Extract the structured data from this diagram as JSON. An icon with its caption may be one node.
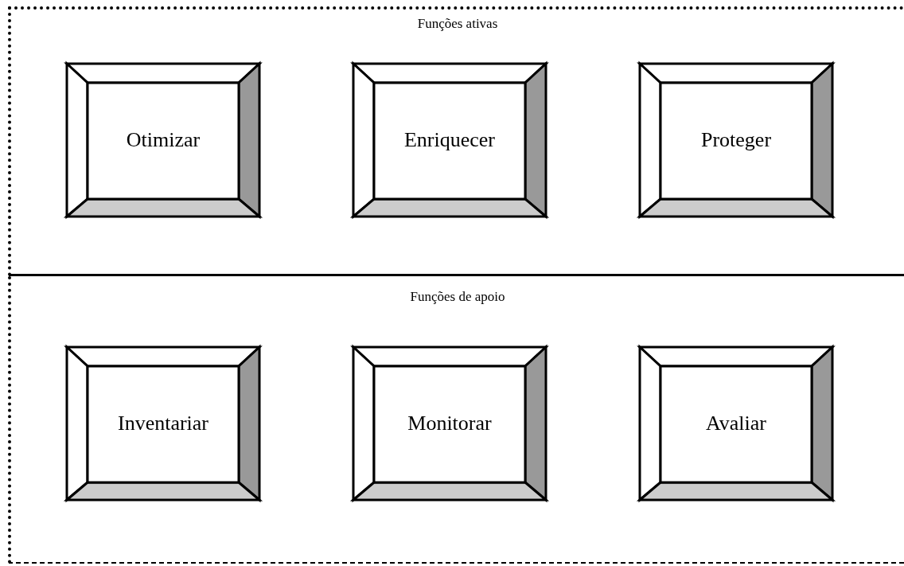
{
  "diagram": {
    "nodes": [
      {
        "text": [
          "Funções ativas"
        ]
      },
      {
        "text": [
          "Otimizar"
        ],
        "in": 0
      },
      {
        "text": [
          "Enriquecer"
        ],
        "in": 0
      },
      {
        "text": [
          "Proteger"
        ],
        "in": 0
      },
      {
        "text": [
          "Funções de apoio"
        ]
      },
      {
        "text": [
          "Inventariar"
        ],
        "in": 4
      },
      {
        "text": [
          "Monitorar"
        ],
        "in": 4
      },
      {
        "text": [
          "Avaliar"
        ],
        "in": 4
      }
    ]
  }
}
